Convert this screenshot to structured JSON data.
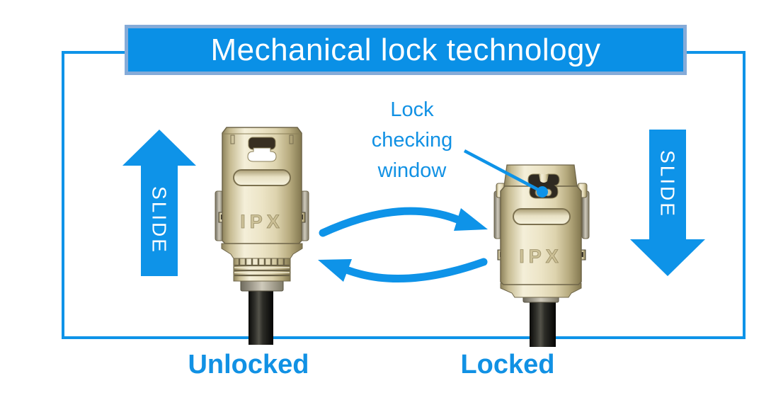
{
  "title": "Mechanical lock technology",
  "annotation": {
    "lock_checking_window": "Lock\nchecking\nwindow"
  },
  "slide_arrows": {
    "left_label": "SLIDE",
    "right_label": "SLIDE"
  },
  "connectors": {
    "left": {
      "state_label": "Unlocked",
      "embossed_text": "IPX",
      "state": "unlocked"
    },
    "right": {
      "state_label": "Locked",
      "embossed_text": "IPX",
      "state": "locked"
    }
  },
  "colors": {
    "accent_blue": "#0e93e8",
    "banner_fill": "#0a90e6",
    "banner_border": "#85abd8",
    "text_blue": "#1191e4"
  }
}
